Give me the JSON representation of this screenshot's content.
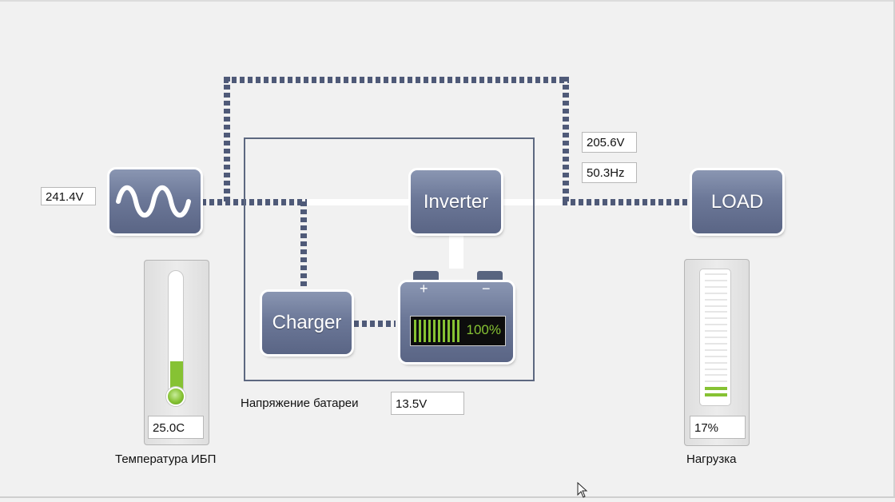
{
  "input": {
    "voltage": "241.4V"
  },
  "output": {
    "voltage": "205.6V",
    "frequency": "50.3Hz"
  },
  "blocks": {
    "inverter_label": "Inverter",
    "charger_label": "Charger",
    "load_label": "LOAD"
  },
  "battery": {
    "percent_text": "100%",
    "level": 1.0,
    "plus": "+",
    "minus": "−",
    "voltage_label": "Напряжение батареи",
    "voltage": "13.5V"
  },
  "temperature": {
    "value": "25.0C",
    "label": "Температура ИБП"
  },
  "load": {
    "value": "17%",
    "label": "Нагрузка",
    "level": 0.17
  },
  "colors": {
    "accent_green": "#86c233",
    "block_blue": "#6c7898",
    "line": "#4f5a78"
  },
  "icons": {
    "input_source": "sine-wave-icon",
    "battery": "battery-icon",
    "cursor": "mouse-cursor-icon"
  }
}
